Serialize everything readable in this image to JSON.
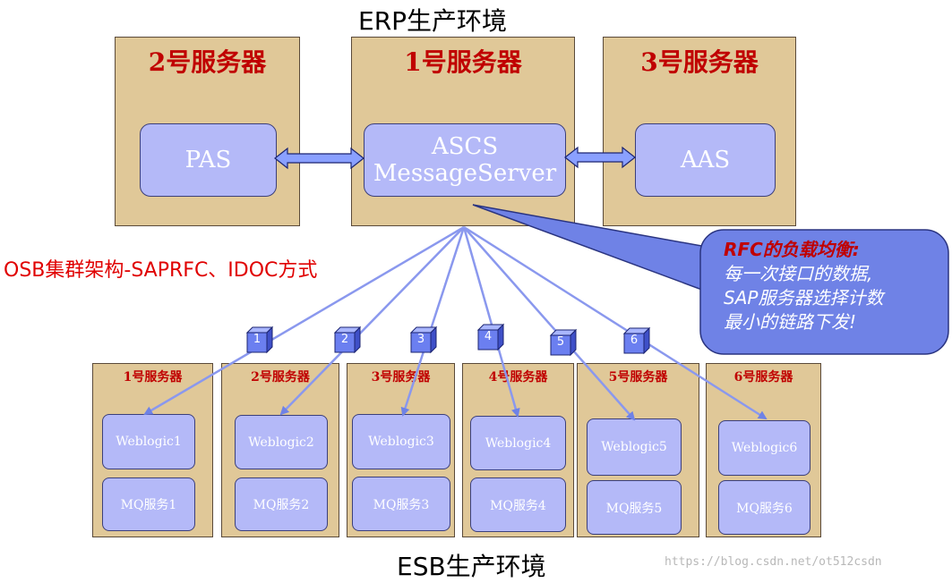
{
  "erp_title": "ERP生产环境",
  "esb_title": "ESB生产环境",
  "erp_servers": {
    "server2": {
      "label": "2号服务器",
      "component": "PAS"
    },
    "server1": {
      "label": "1号服务器",
      "component_line1": "ASCS",
      "component_line2": "MessageServer"
    },
    "server3": {
      "label": "3号服务器",
      "component": "AAS"
    }
  },
  "osb_label": "OSB集群架构-SAPRFC、IDOC方式",
  "callout": {
    "title": "RFC的负载均衡:",
    "lines": [
      "每一次接口的数据,",
      "SAP服务器选择计数",
      "最小的链路下发!"
    ]
  },
  "links": [
    "1",
    "2",
    "3",
    "4",
    "5",
    "6"
  ],
  "esb_servers": [
    {
      "label": "1号服务器",
      "weblogic": "Weblogic1",
      "mq": "MQ服务1"
    },
    {
      "label": "2号服务器",
      "weblogic": "Weblogic2",
      "mq": "MQ服务2"
    },
    {
      "label": "3号服务器",
      "weblogic": "Weblogic3",
      "mq": "MQ服务3"
    },
    {
      "label": "4号服务器",
      "weblogic": "Weblogic4",
      "mq": "MQ服务4"
    },
    {
      "label": "5号服务器",
      "weblogic": "Weblogic5",
      "mq": "MQ服务5"
    },
    {
      "label": "6号服务器",
      "weblogic": "Weblogic6",
      "mq": "MQ服务6"
    }
  ],
  "watermark": "https://blog.csdn.net/ot512csdn",
  "colors": {
    "server_bg": "#e0c898",
    "pill_bg": "#b4b9f8",
    "label_red": "#c00000",
    "callout_bg": "#6f82e6"
  }
}
